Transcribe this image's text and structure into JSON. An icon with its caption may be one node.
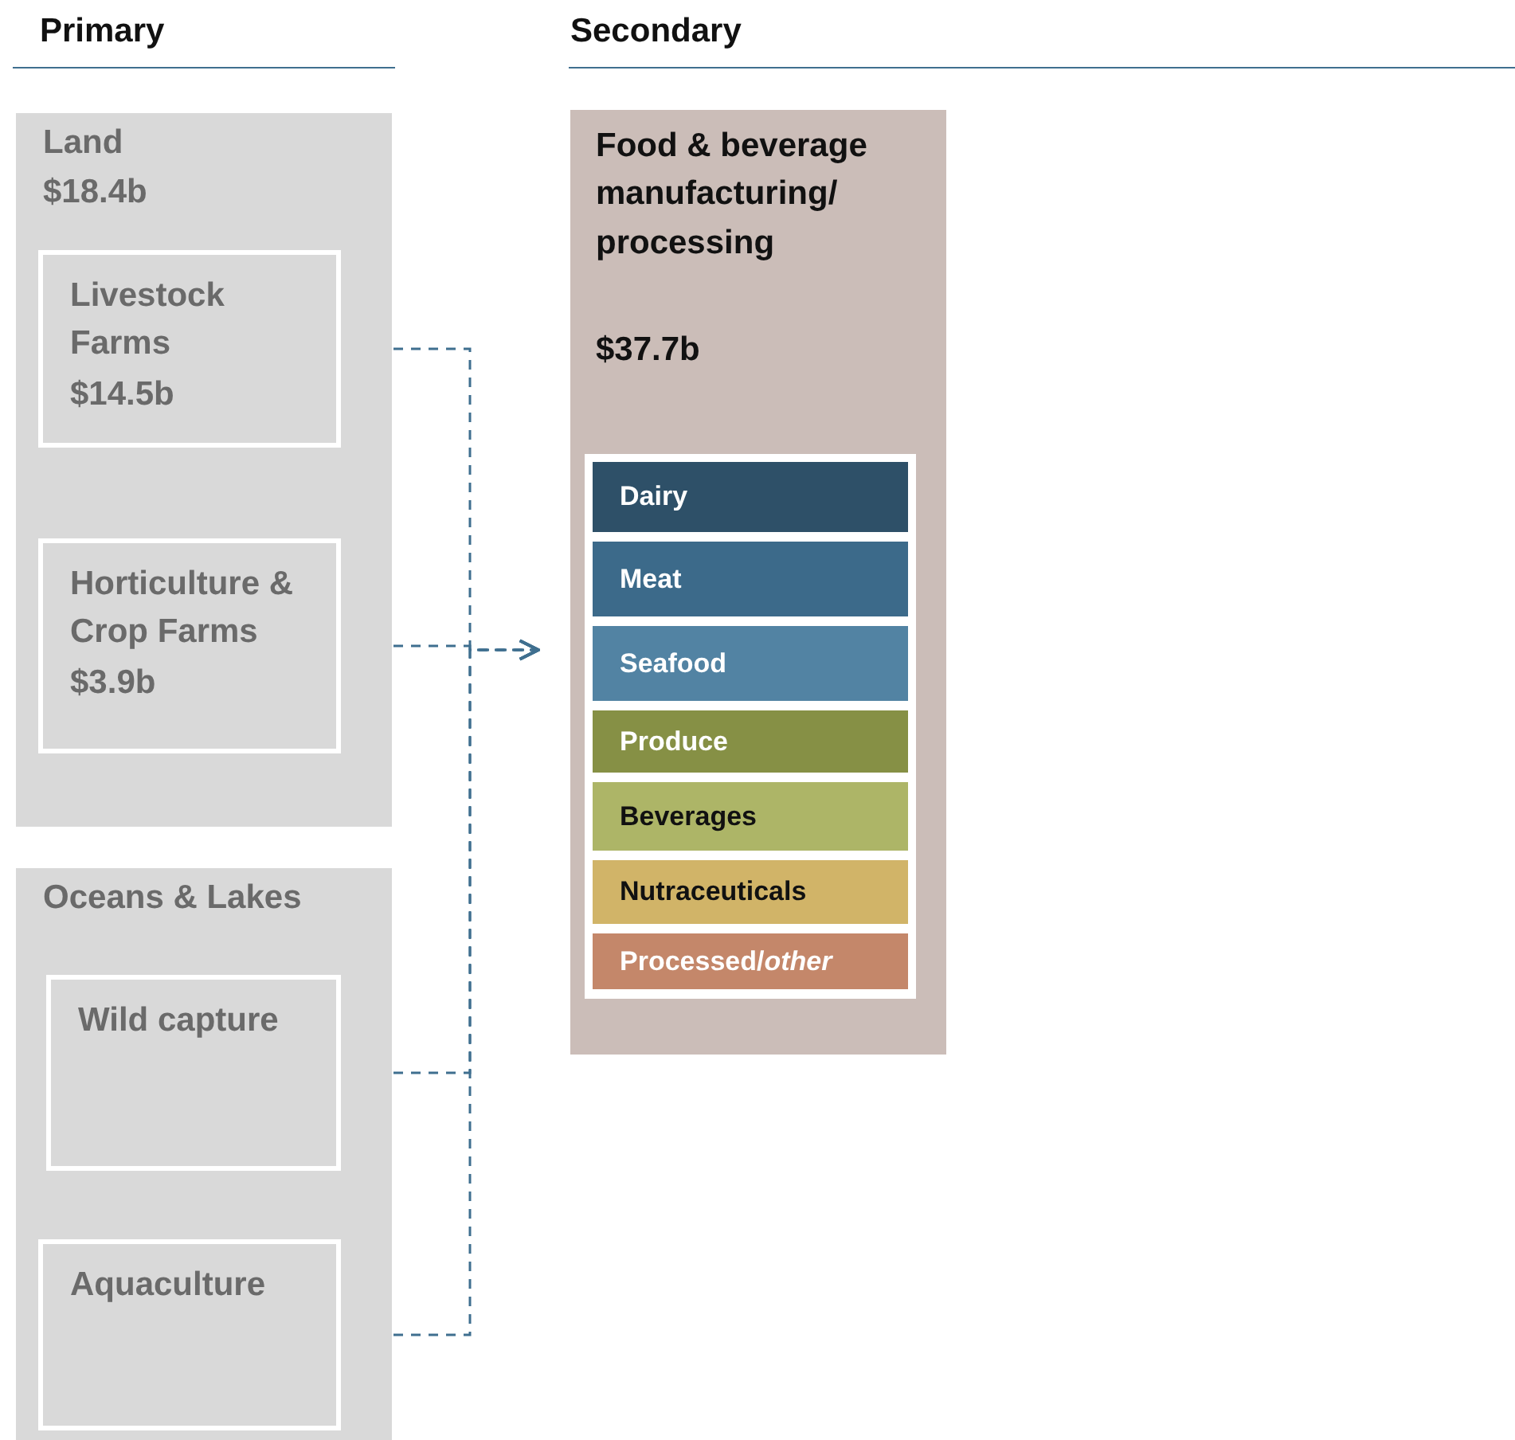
{
  "diagram": {
    "nodes": [
      {
        "text": [
          "Land",
          "$18.4b"
        ]
      },
      {
        "text": [
          "Livestock Farms",
          "$14.5b"
        ],
        "in": 0
      },
      {
        "text": [
          "Horticulture & Crop Farms",
          "$3.9b"
        ],
        "in": 0
      },
      {
        "text": [
          "Oceans & Lakes"
        ]
      },
      {
        "text": [
          "Wild capture"
        ],
        "in": 3
      },
      {
        "text": [
          "Aquaculture"
        ],
        "in": 3
      },
      {
        "text": [
          "Food & beverage manufacturing/ processing",
          "$37.7b"
        ]
      },
      {
        "text": [
          "Dairy"
        ],
        "in": 6
      },
      {
        "text": [
          "Meat"
        ],
        "in": 6
      },
      {
        "text": [
          "Seafood"
        ],
        "in": 6
      },
      {
        "text": [
          "Produce"
        ],
        "in": 6
      },
      {
        "text": [
          "Beverages"
        ],
        "in": 6
      },
      {
        "text": [
          "Nutraceuticals"
        ],
        "in": 6
      },
      {
        "text": [
          "Processed/*other*"
        ],
        "in": 6
      }
    ],
    "edges": [
      {
        "from": 1,
        "to": 6,
        "arrow": "to",
        "style": "dashed"
      },
      {
        "from": 2,
        "to": 6,
        "arrow": "to",
        "style": "dashed"
      },
      {
        "from": 4,
        "to": 6,
        "arrow": "to",
        "style": "dashed"
      },
      {
        "from": 5,
        "to": 6,
        "arrow": "to",
        "style": "dashed"
      }
    ],
    "labels": [
      "Primary",
      "Secondary"
    ]
  }
}
